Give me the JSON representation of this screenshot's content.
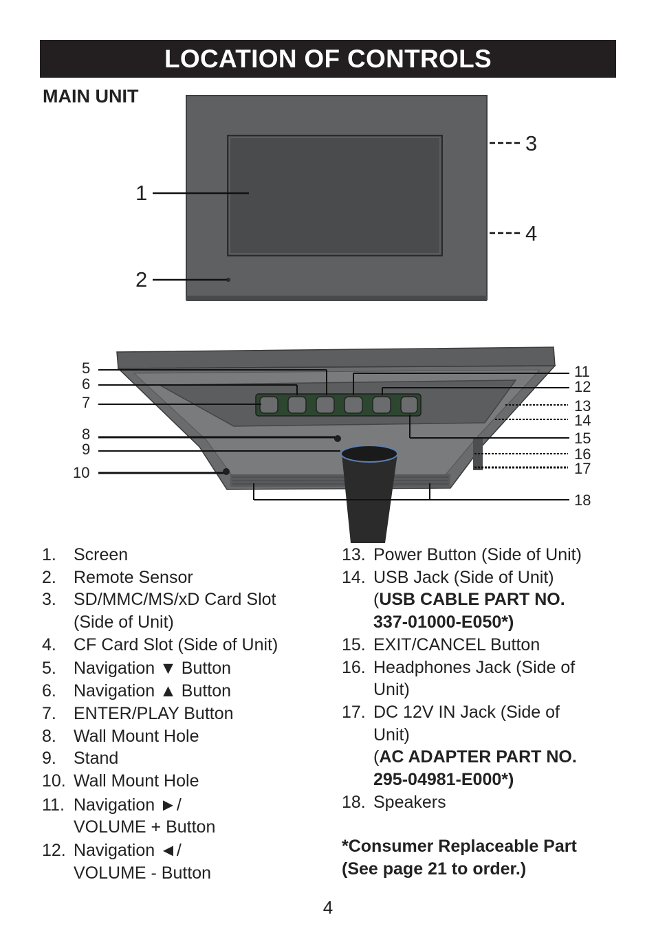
{
  "title": "LOCATION OF CONTROLS",
  "section": "MAIN UNIT",
  "callouts": {
    "front": [
      "1",
      "2",
      "3",
      "4"
    ],
    "back": [
      "5",
      "6",
      "7",
      "8",
      "9",
      "10",
      "11",
      "12",
      "13",
      "14",
      "15",
      "16",
      "17",
      "18"
    ]
  },
  "left_list": [
    {
      "num": "1.",
      "text": "Screen"
    },
    {
      "num": "2.",
      "text": "Remote Sensor"
    },
    {
      "num": "3.",
      "text": "SD/MMC/MS/xD Card Slot",
      "text2": "(Side of Unit)"
    },
    {
      "num": "4.",
      "text": "CF Card Slot (Side of Unit)"
    },
    {
      "num": "5.",
      "text": "Navigation ▼ Button"
    },
    {
      "num": "6.",
      "text": "Navigation ▲ Button"
    },
    {
      "num": "7.",
      "text": "ENTER/PLAY Button"
    },
    {
      "num": "8.",
      "text": "Wall Mount Hole"
    },
    {
      "num": "9.",
      "text": "Stand"
    },
    {
      "num": "10.",
      "text": "Wall Mount Hole"
    },
    {
      "num": "11.",
      "text": "Navigation ►/",
      "text2": "VOLUME + Button"
    },
    {
      "num": "12.",
      "text": "Navigation ◄/",
      "text2": "VOLUME - Button"
    }
  ],
  "right_list": [
    {
      "num": "13.",
      "text": "Power Button (Side of Unit)"
    },
    {
      "num": "14.",
      "text": "USB Jack (Side of Unit)",
      "open": "(",
      "bold1": "USB CABLE PART NO.",
      "bold2": "337-01000-E050*)"
    },
    {
      "num": "15.",
      "text": "EXIT/CANCEL Button"
    },
    {
      "num": "16.",
      "text": "Headphones Jack (Side of",
      "text2": "Unit)"
    },
    {
      "num": "17.",
      "text": "DC 12V IN Jack (Side of",
      "text2": "Unit)",
      "open": "(",
      "bold1": "AC ADAPTER PART NO.",
      "bold2": "295-04981-E000*)"
    },
    {
      "num": "18.",
      "text": "Speakers"
    }
  ],
  "footnote": {
    "line1": "*Consumer Replaceable Part",
    "line2": "(See page 21 to order.)"
  },
  "page_number": "4"
}
